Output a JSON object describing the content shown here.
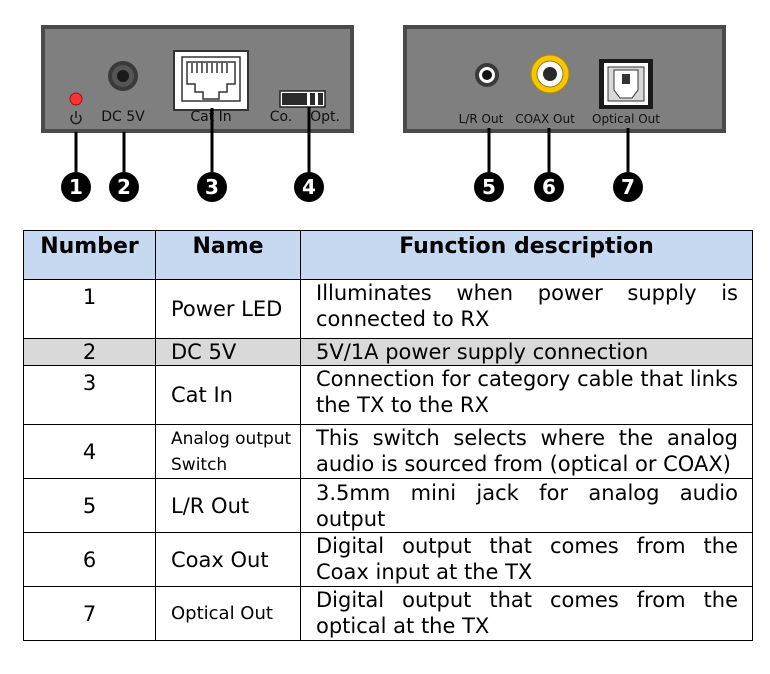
{
  "panels": {
    "rx_panel": {
      "labels": {
        "dc": "DC 5V",
        "cat": "Cat In",
        "co": "Co.",
        "opt": "Opt."
      }
    },
    "output_panel": {
      "labels": {
        "lr": "L/R Out",
        "coax": "COAX Out",
        "optical": "Optical Out"
      }
    },
    "callouts": [
      "1",
      "2",
      "3",
      "4",
      "5",
      "6",
      "7"
    ],
    "colors": {
      "panel_fill": "#7f7f7f",
      "led_red": "#ff3333",
      "rca_gold": "#f7c600",
      "callout_fill": "#000000"
    },
    "icons": [
      "power-icon",
      "rj45-port-icon",
      "slide-switch-icon",
      "jack-icon",
      "rca-icon",
      "toslink-icon"
    ]
  },
  "table": {
    "headers": [
      "Number",
      "Name",
      "Function description"
    ],
    "header_color": "#c6d9f1",
    "shade_color": "#d9d9d9",
    "rows": [
      {
        "number": "1",
        "name": "Power LED",
        "description": "Illuminates when power supply is connected to RX"
      },
      {
        "number": "2",
        "name": "DC 5V",
        "description": "5V/1A power supply connection"
      },
      {
        "number": "3",
        "name": "Cat In",
        "description": "Connection for category cable that links the TX to the RX"
      },
      {
        "number": "4",
        "name": "Analog output Switch",
        "description": "This switch selects where the analog audio is sourced from (optical or COAX)"
      },
      {
        "number": "5",
        "name": "L/R Out",
        "description": "3.5mm mini jack for analog audio output"
      },
      {
        "number": "6",
        "name": "Coax Out",
        "description": "Digital output that comes from the Coax input at the TX"
      },
      {
        "number": "7",
        "name": "Optical Out",
        "description": "Digital output that comes from the optical at the TX"
      }
    ]
  }
}
